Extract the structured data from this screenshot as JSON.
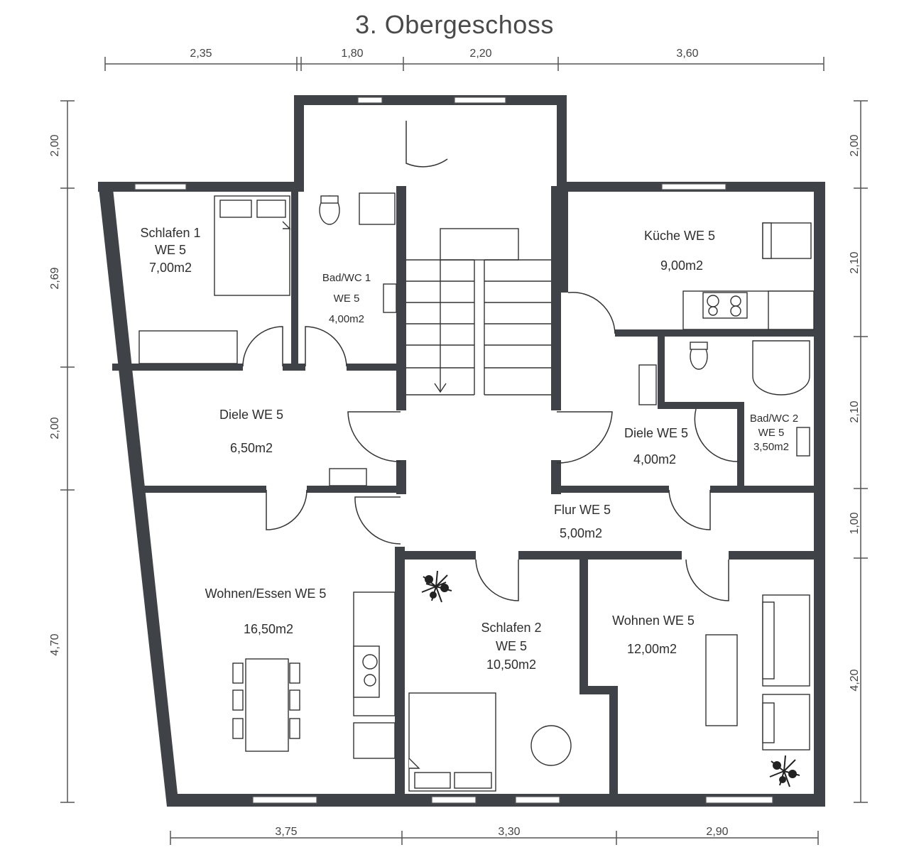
{
  "title": "3. Obergeschoss",
  "dimensions": {
    "top": [
      "2,35",
      "1,80",
      "2,20",
      "3,60"
    ],
    "bottom": [
      "3,75",
      "3,30",
      "2,90"
    ],
    "left": [
      "2,00",
      "2,69",
      "2,00",
      "4,70"
    ],
    "right": [
      "2,00",
      "2,10",
      "2,10",
      "1,00",
      "4,20"
    ]
  },
  "rooms": {
    "schlafen1": {
      "name": "Schlafen 1",
      "unit": "WE 5",
      "area": "7,00m2"
    },
    "bad1": {
      "name": "Bad/WC 1",
      "unit": "WE 5",
      "area": "4,00m2"
    },
    "kueche": {
      "name": "Küche WE 5",
      "area": "9,00m2"
    },
    "diele_left": {
      "name": "Diele WE 5",
      "area": "6,50m2"
    },
    "diele_right": {
      "name": "Diele WE 5",
      "area": "4,00m2"
    },
    "bad2": {
      "name": "Bad/WC 2",
      "unit": "WE 5",
      "area": "3,50m2"
    },
    "flur": {
      "name": "Flur WE 5",
      "area": "5,00m2"
    },
    "wohnen_essen": {
      "name": "Wohnen/Essen WE 5",
      "area": "16,50m2"
    },
    "schlafen2": {
      "name": "Schlafen 2",
      "unit": "WE 5",
      "area": "10,50m2"
    },
    "wohnen": {
      "name": "Wohnen WE 5",
      "area": "12,00m2"
    }
  }
}
